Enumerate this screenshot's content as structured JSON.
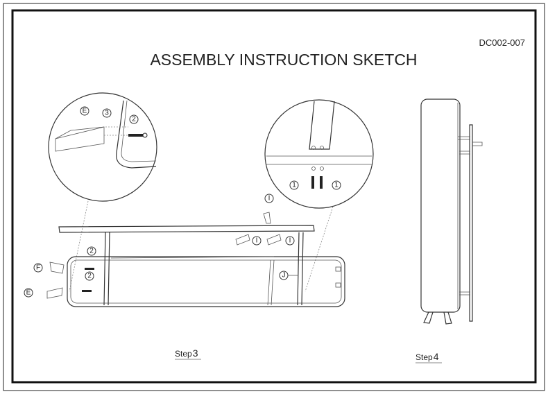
{
  "document": {
    "code": "DC002-007",
    "title": "ASSEMBLY INSTRUCTION SKETCH"
  },
  "step3": {
    "step_word": "Step",
    "step_number": "3",
    "detail_left_labels": {
      "part_e": "E",
      "part_3": "3",
      "part_2": "2"
    },
    "detail_right_labels": {
      "part_1a": "1",
      "part_1b": "1"
    },
    "part_labels": {
      "i_top": "I",
      "i_left": "I",
      "i_right": "I",
      "j": "J",
      "f": "F",
      "e": "E",
      "two_upper": "2",
      "two_lower": "2"
    }
  },
  "step4": {
    "step_word": "Step",
    "step_number": "4"
  }
}
